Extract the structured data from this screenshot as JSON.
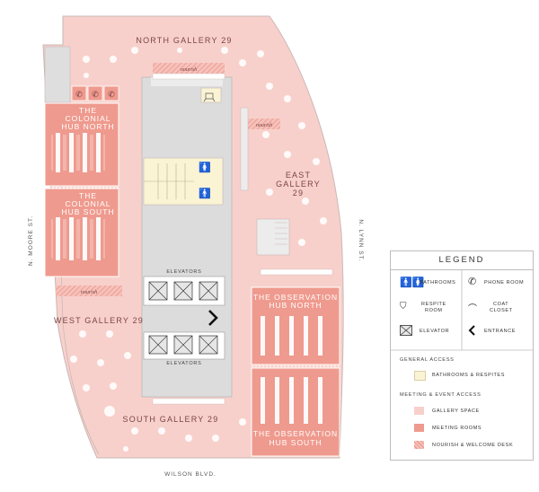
{
  "map": {
    "galleries": {
      "north": "NORTH GALLERY 29",
      "east_line1": "EAST",
      "east_line2": "GALLERY",
      "east_line3": "29",
      "west": "WEST GALLERY 29",
      "south": "SOUTH GALLERY 29"
    },
    "rooms": {
      "colonial_north_1": "THE",
      "colonial_north_2": "COLONIAL",
      "colonial_north_3": "HUB NORTH",
      "colonial_south_1": "THE",
      "colonial_south_2": "COLONIAL",
      "colonial_south_3": "HUB SOUTH",
      "observation_north_1": "THE OBSERVATION",
      "observation_north_2": "HUB NORTH",
      "observation_south_1": "THE OBSERVATION",
      "observation_south_2": "HUB SOUTH"
    },
    "nourish_label": "nourish",
    "elevators_label": "ELEVATORS",
    "streets": {
      "south": "WILSON BLVD.",
      "west": "N. MOORE ST.",
      "east": "N. LYNN ST."
    },
    "colors": {
      "gallery": "#f8d0cb",
      "meeting": "#ef9a8e",
      "core": "#dcdcdc",
      "bathroom": "#faf3d4",
      "outline": "#c9b8b6"
    }
  },
  "legend": {
    "title": "LEGEND",
    "icons": {
      "bathrooms": "BATHROOMS",
      "phone_room": "PHONE ROOM",
      "respite_room_1": "RESPITE",
      "respite_room_2": "ROOM",
      "coat_closet_1": "COAT",
      "coat_closet_2": "CLOSET",
      "elevator": "ELEVATOR",
      "entrance": "ENTRANCE"
    },
    "general_access": {
      "heading": "GENERAL ACCESS",
      "bathrooms_respites": "BATHROOMS & RESPITES"
    },
    "meeting_event_access": {
      "heading": "MEETING & EVENT ACCESS",
      "gallery_space": "GALLERY SPACE",
      "meeting_rooms": "MEETING ROOMS",
      "nourish_welcome": "NOURISH & WELCOME DESK"
    }
  }
}
